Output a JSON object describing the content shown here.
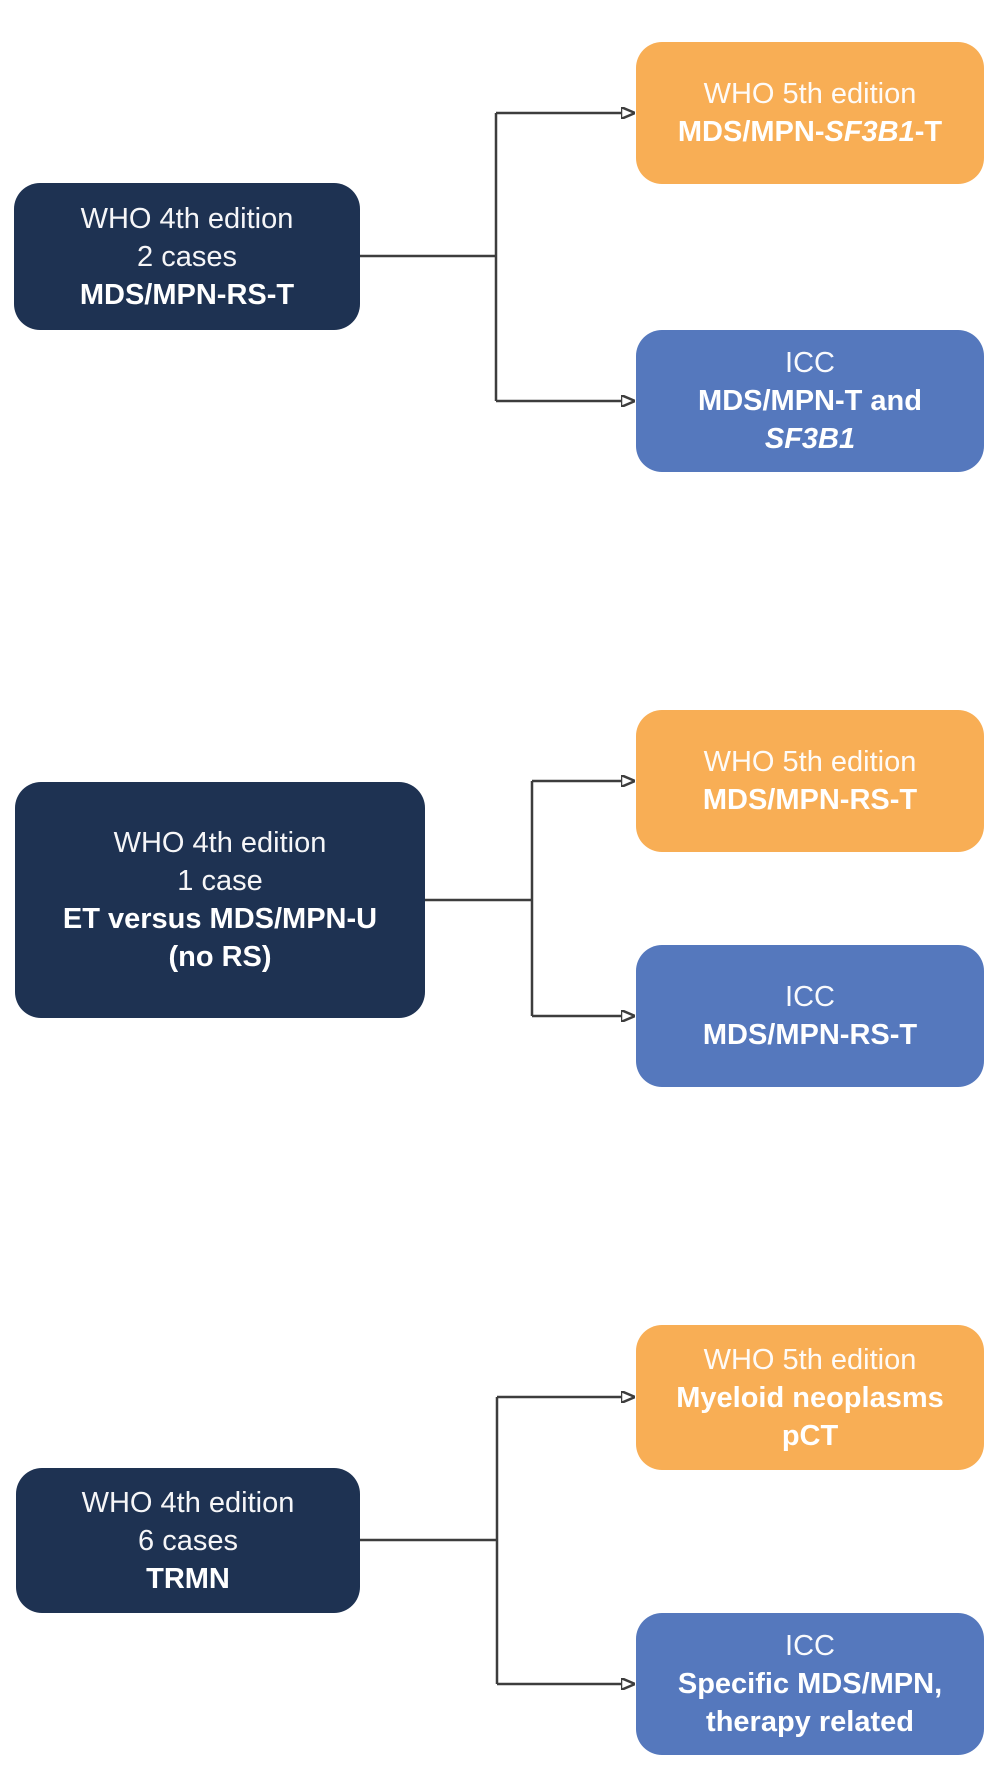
{
  "colors": {
    "source_box": "#1E3252",
    "who5_box": "#F8AE55",
    "icc_box": "#5578BD",
    "connector": "#3D3D3D",
    "text": "#FFFFFF"
  },
  "groups": [
    {
      "source": {
        "line1": "WHO 4th edition",
        "line2": "2 cases",
        "line3": "MDS/MPN-RS-T"
      },
      "who5": {
        "header": "WHO 5th edition",
        "dx_pre": "MDS/MPN-",
        "dx_gene": "SF3B1",
        "dx_post": "-T"
      },
      "icc": {
        "header": "ICC",
        "dx_line1": "MDS/MPN-T and",
        "dx_gene": "SF3B1"
      }
    },
    {
      "source": {
        "line1": "WHO 4th edition",
        "line2": "1 case",
        "line3": "ET versus MDS/MPN-U",
        "line4": "(no RS)"
      },
      "who5": {
        "header": "WHO 5th edition",
        "dx": "MDS/MPN-RS-T"
      },
      "icc": {
        "header": "ICC",
        "dx": "MDS/MPN-RS-T"
      }
    },
    {
      "source": {
        "line1": "WHO 4th edition",
        "line2": "6 cases",
        "line3": "TRMN"
      },
      "who5": {
        "header": "WHO 5th edition",
        "dx_line1": "Myeloid neoplasms",
        "dx_line2": "pCT"
      },
      "icc": {
        "header": "ICC",
        "dx_line1": "Specific MDS/MPN,",
        "dx_line2": "therapy related"
      }
    }
  ]
}
